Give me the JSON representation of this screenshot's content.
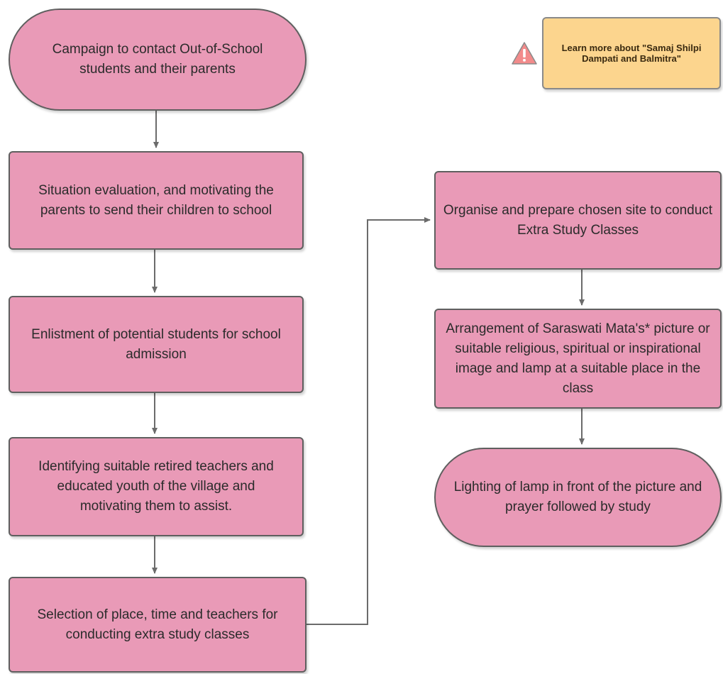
{
  "colors": {
    "node_fill": "#e99ab7",
    "node_border": "#5f5f5f",
    "note_fill": "#fcd58e",
    "warning_fill": "#f28b8b",
    "connector": "#6b6b6b"
  },
  "note": {
    "text": "Learn more about \"Samaj Shilpi Dampati and Balmitra\"",
    "icon": "warning-icon"
  },
  "left_column": {
    "start": "Campaign to contact  Out-of-School students and their parents",
    "step1": "Situation evaluation, and motivating the parents to send their children to school",
    "step2": "Enlistment of potential students for school admission",
    "step3": "Identifying suitable retired teachers and educated youth of the village and motivating them to assist.",
    "step4": "Selection of place, time and teachers for  conducting extra study classes"
  },
  "right_column": {
    "step5": "Organise and prepare chosen site  to conduct Extra Study Classes",
    "step6": "Arrangement of Saraswati Mata's* picture or suitable religious, spiritual or inspirational image and lamp at a suitable place in the class",
    "end": "Lighting of lamp in front of the picture and prayer followed by study"
  }
}
